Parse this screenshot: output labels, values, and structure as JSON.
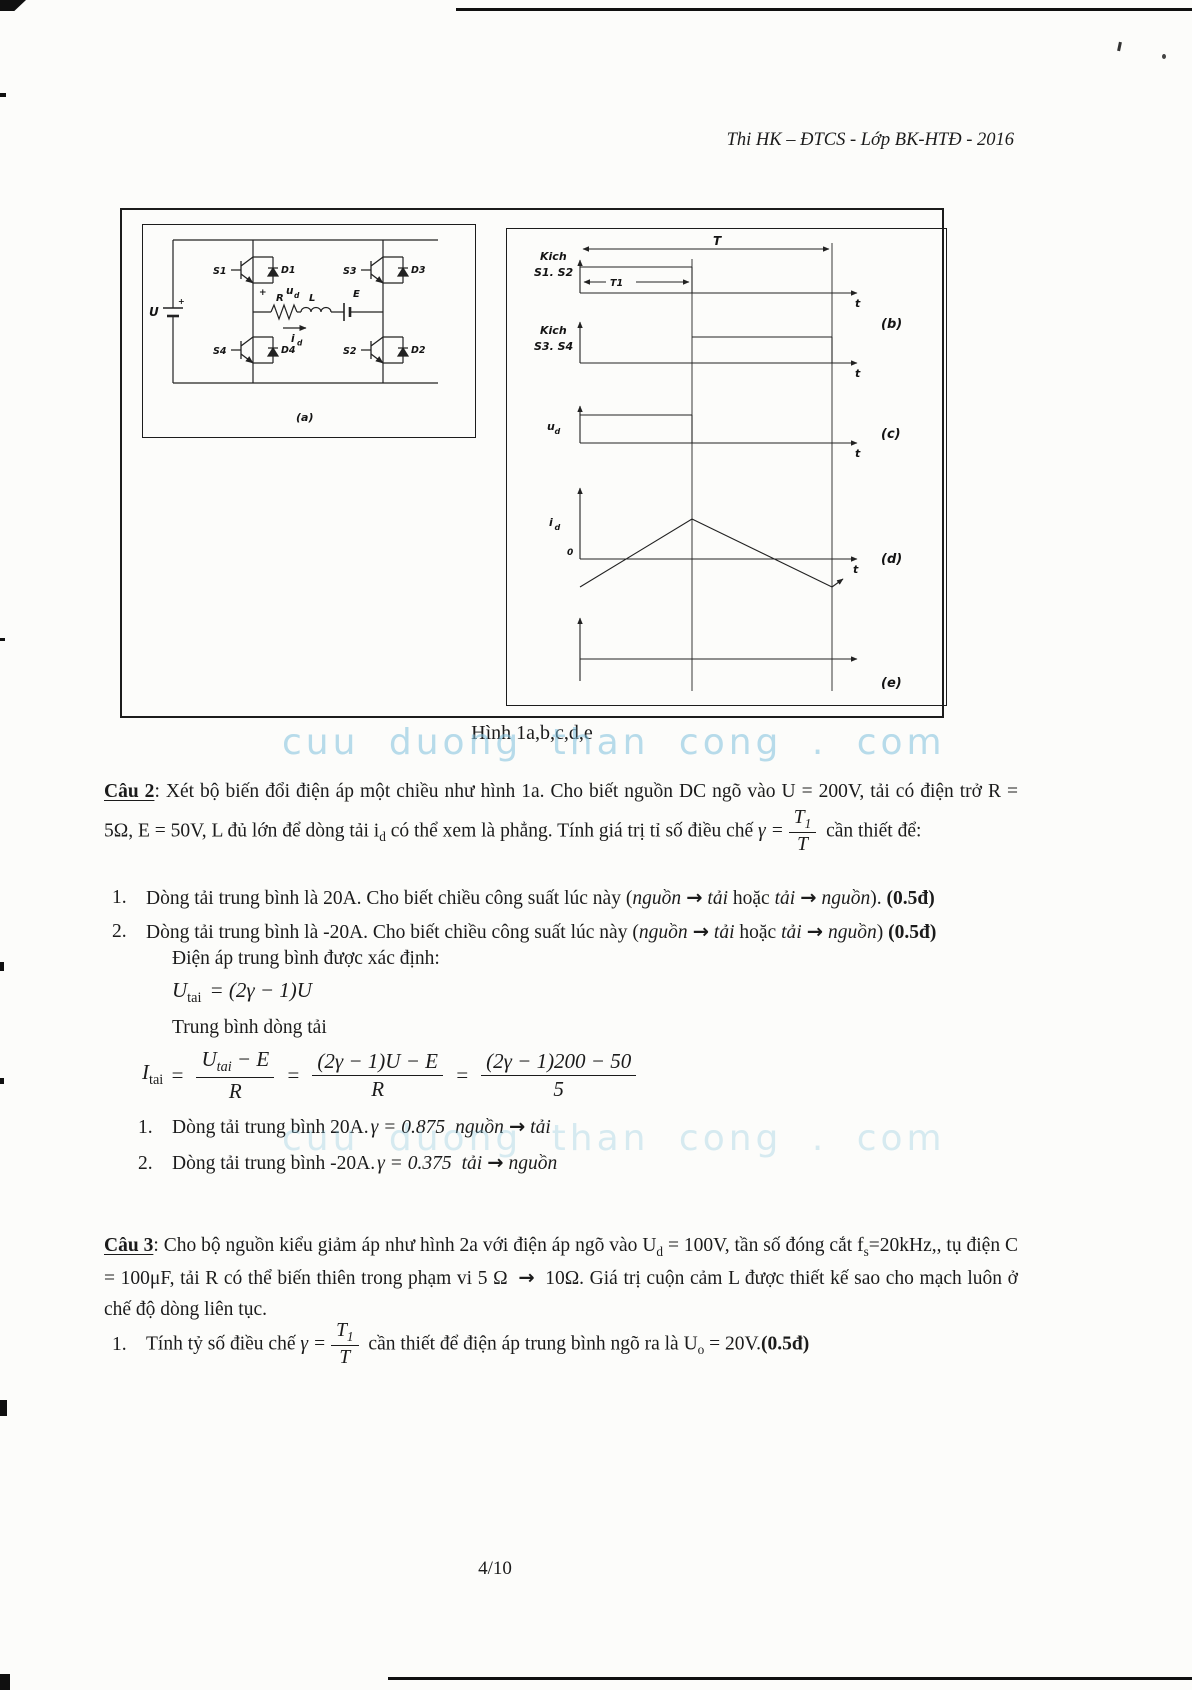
{
  "header": {
    "title": "Thi HK – ĐTCS - Lớp BK-HTĐ - 2016"
  },
  "watermark": {
    "text": "cuu duong than cong . com"
  },
  "figure": {
    "caption": "Hình 1a,b,c,d,e",
    "circuit": {
      "source_label": "U",
      "plus": "+",
      "s1": "S1",
      "d1": "D1",
      "s3": "S3",
      "d3": "D3",
      "s4": "S4",
      "d4": "D4",
      "s2": "S2",
      "d2": "D2",
      "r": "R",
      "l": "L",
      "e": "E",
      "u_main": "u",
      "u_sub": "d",
      "i_main": "i",
      "i_sub": "d",
      "label": "(a)"
    },
    "waveforms": {
      "kich1_top": "Kich",
      "kich1_bottom": "S1. S2",
      "kich2_top": "Kich",
      "kich2_bottom": "S3. S4",
      "period": "T",
      "t1": "T1",
      "t_axis": "t",
      "u_main": "u",
      "u_sub": "d",
      "i_main": "i",
      "i_sub": "d",
      "zero": "0",
      "label_b": "(b)",
      "label_c": "(c)",
      "label_d": "(d)",
      "label_e": "(e)"
    }
  },
  "cau2": {
    "label": "Câu 2",
    "colon": ":",
    "intro_a": " Xét bộ biến đổi điện áp một chiều như hình 1a. Cho biết nguồn DC ngõ vào U = 200V, tải có điện trở R = 5Ω, E = 50V, L đủ lớn để dòng tải i",
    "intro_sub": "d",
    "intro_b": " có thể xem là phẳng. Tính giá trị tỉ số điều chế ",
    "gamma_eq": "γ =",
    "frac_num_main": "T",
    "frac_num_sub": "1",
    "frac_den": "T",
    "intro_c": " cần thiết để:",
    "item1": {
      "num": "1.",
      "a": "Dòng tải trung bình là 20A. Cho biết chiều công suất lúc này (",
      "w1": "nguồn",
      "arrow1": "→",
      "w2": "tải",
      "mid": " hoặc ",
      "w3": "tải",
      "arrow2": "→",
      "w4": "nguồn",
      "b": "). ",
      "score": "(0.5đ)"
    },
    "item2": {
      "num": "2.",
      "a": "Dòng tải trung bình là -20A. Cho biết chiều công suất lúc này (",
      "w1": "nguồn",
      "arrow1": "→",
      "w2": "tải",
      "mid": " hoặc ",
      "w3": "tải",
      "arrow2": "→",
      "w4": "nguồn",
      "b": ") ",
      "score": "(0.5đ)"
    },
    "solution": {
      "line1": "Điện áp trung bình được xác định:",
      "f1_lhs": "U",
      "f1_lhs_sub": "tai",
      "f1_rhs": "= (2γ − 1)U",
      "line2": "Trung bình dòng tải",
      "f2_lhs": "I",
      "f2_lhs_sub": "tai",
      "f2_eq1": "=",
      "f2_n1_main": "U",
      "f2_n1_sub": "tai",
      "f2_n1_rest": " − E",
      "f2_d1": "R",
      "f2_eq2": "=",
      "f2_n2": "(2γ − 1)U − E",
      "f2_d2": "R",
      "f2_eq3": "=",
      "f2_n3": "(2γ − 1)200 − 50",
      "f2_d3": "5",
      "r1_num": "1.",
      "r1_a": "Dòng tải trung bình 20A.",
      "r1_math": "γ = 0.875",
      "r1_w1": "nguồn",
      "r1_arrow": "→",
      "r1_w2": "tải",
      "r2_num": "2.",
      "r2_a": "Dòng tải trung bình -20A.",
      "r2_math": "γ = 0.375",
      "r2_w1": "tải",
      "r2_arrow": "→",
      "r2_w2": "nguồn"
    }
  },
  "cau3": {
    "label": "Câu 3",
    "colon": ":",
    "intro_a": "  Cho bộ nguồn kiểu giảm áp như hình 2a với điện áp ngõ vào U",
    "sub1": "d",
    "intro_b": " = 100V, tần số đóng cắt f",
    "sub2": "s",
    "intro_c": "=20kHz,, tụ điện C = 100μF, tải R có thể biến thiên trong phạm vi 5 Ω ",
    "arrow": "→",
    "intro_d": " 10Ω. Giá trị cuộn cảm L được thiết kế sao cho mạch luôn ở chế độ dòng liên tục.",
    "item1": {
      "num": "1.",
      "a": "Tính tỷ số điều chế ",
      "gamma_eq": "γ =",
      "frac_num_main": "T",
      "frac_num_sub": "1",
      "frac_den": "T",
      "b": " cần thiết để điện áp trung bình ngõ ra là U",
      "sub": "o",
      "c": " = 20V.",
      "score": "(0.5đ)"
    }
  },
  "footer": {
    "page_number": "4/10"
  }
}
